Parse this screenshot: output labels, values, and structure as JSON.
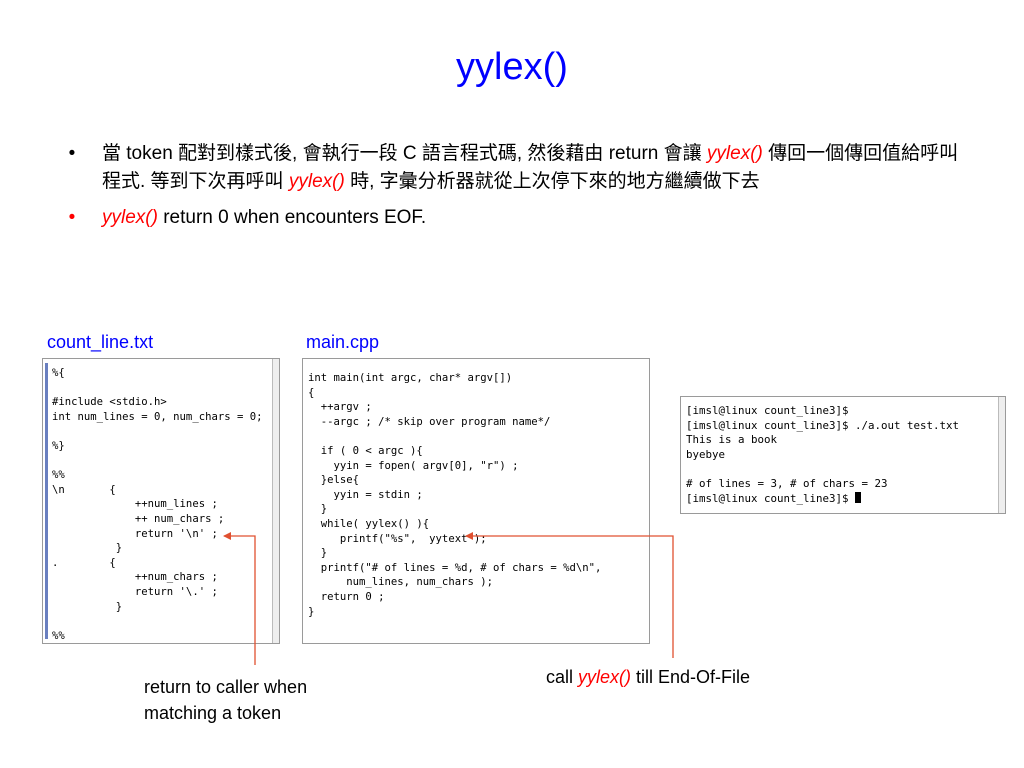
{
  "slide": {
    "title": "yylex()",
    "bullets": [
      {
        "parts": [
          {
            "text": "當 token 配對到樣式後, 會執行一段 C 語言程式碼, 然後藉由 return 會讓 ",
            "style": "normal"
          },
          {
            "text": "yylex()",
            "style": "em"
          },
          {
            "text": " 傳回一個傳回值給呼叫程式. 等到下次再呼叫 ",
            "style": "normal"
          },
          {
            "text": "yylex()",
            "style": "em"
          },
          {
            "text": " 時, 字彙分析器就從上次停下來的地方繼續做下去",
            "style": "normal"
          }
        ]
      },
      {
        "parts": [
          {
            "text": "yylex()",
            "style": "em"
          },
          {
            "text": " return 0 when encounters EOF.",
            "style": "normal"
          }
        ]
      }
    ]
  },
  "files": {
    "lex_label": "count_line.txt",
    "main_label": "main.cpp"
  },
  "lex_code": [
    "%{",
    "",
    "#include <stdio.h>",
    "int num_lines = 0, num_chars = 0;",
    "",
    "%}",
    "",
    "%%",
    "\\n       {",
    "             ++num_lines ;",
    "             ++ num_chars ;",
    "             return '\\n' ;",
    "          }",
    ".        {",
    "             ++num_chars ;",
    "             return '\\.' ;",
    "          }",
    "",
    "%%"
  ],
  "main_code": [
    "int main(int argc, char* argv[])",
    "{",
    "  ++argv ;",
    "  --argc ; /* skip over program name*/",
    "",
    "  if ( 0 < argc ){",
    "    yyin = fopen( argv[0], \"r\") ;",
    "  }else{",
    "    yyin = stdin ;",
    "  }",
    "  while( yylex() ){",
    "     printf(\"%s\",  yytext );",
    "  }",
    "  printf(\"# of lines = %d, # of chars = %d\\n\",",
    "      num_lines, num_chars );",
    "  return 0 ;",
    "}"
  ],
  "terminal_lines": [
    "[imsl@linux count_line3]$",
    "[imsl@linux count_line3]$ ./a.out test.txt",
    "This is a book",
    "byebye",
    "",
    "# of lines = 3, # of chars = 23",
    "[imsl@linux count_line3]$ "
  ],
  "captions": {
    "left_line1": "return to caller when",
    "left_line2": "matching a token",
    "right_prefix": "call ",
    "right_em": "yylex()",
    "right_suffix": " till End-Of-File"
  },
  "colors": {
    "title": "#0000ff",
    "emphasis": "#ff0000",
    "arrow": "#e05030"
  }
}
